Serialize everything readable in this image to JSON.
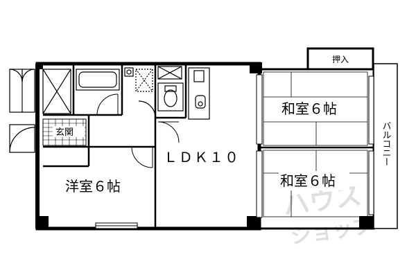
{
  "rooms": {
    "ldk": "ＬＤＫ１０",
    "washitsu_top": "和室６帖",
    "washitsu_bottom": "和室６帖",
    "youshitsu": "洋室６帖",
    "genkan": "玄関",
    "oshiire": "押入",
    "balcony": "バルコニー"
  },
  "watermark": {
    "line1": "ハウス",
    "line2": "ショップ"
  }
}
